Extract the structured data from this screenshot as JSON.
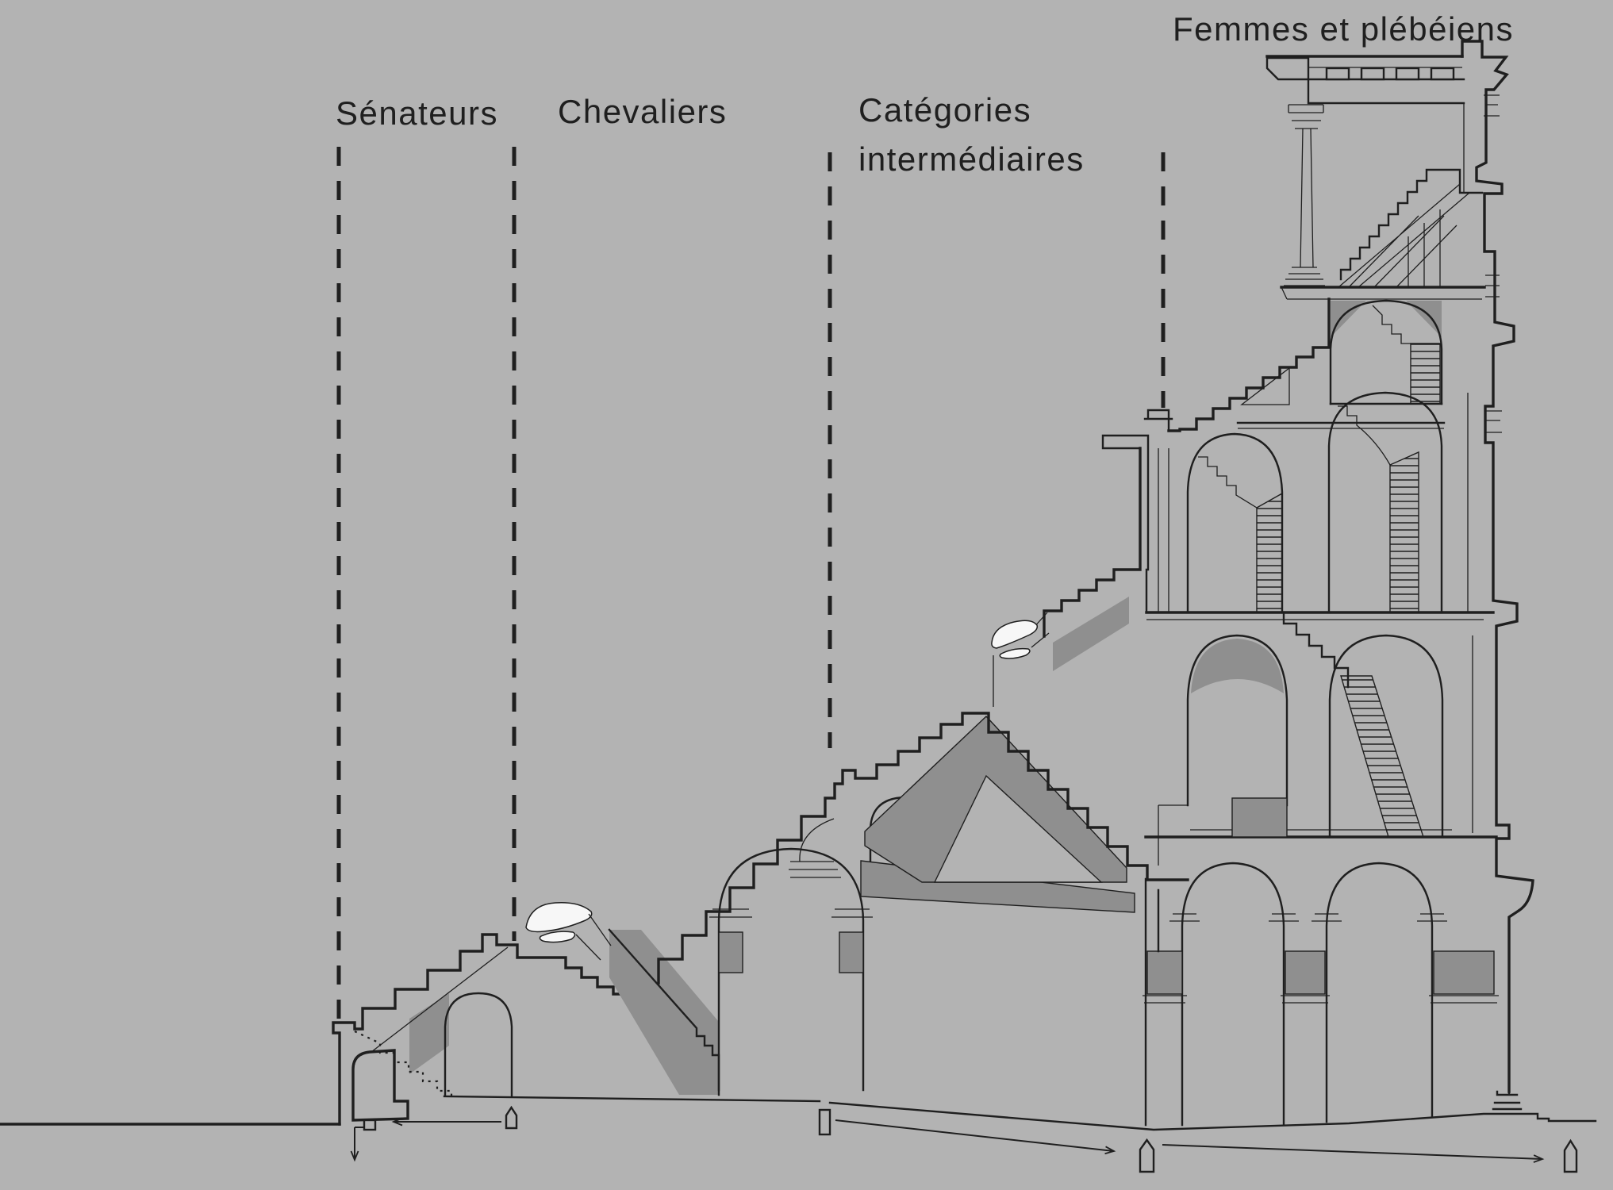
{
  "colors": {
    "background": "#b3b3b3",
    "line": "#1f1f1f",
    "cut_fill": "#8f8f8f",
    "figure_fill": "#f7f7f7"
  },
  "sections": [
    {
      "id": "senateurs",
      "label": "Sénateurs"
    },
    {
      "id": "chevaliers",
      "label": "Chevaliers"
    },
    {
      "id": "categories-intermediaires",
      "label_lines": [
        "Catégories",
        "intermédiaires"
      ]
    },
    {
      "id": "femmes-plebeiens",
      "label": "Femmes et plébéiens"
    }
  ],
  "annotations": {
    "divider_count": 4,
    "person_markers": [
      "ground-left",
      "ground-center",
      "ground-right"
    ],
    "door_markers": [
      "podium-passage",
      "outer-arcade-door"
    ],
    "figure_markers": [
      "lower-cavea-figure",
      "upper-cavea-figure"
    ],
    "circulation_arrows": [
      "toward-arena",
      "down-to-substructure",
      "slope-to-center-entrance",
      "slope-to-outer-entrance"
    ]
  }
}
